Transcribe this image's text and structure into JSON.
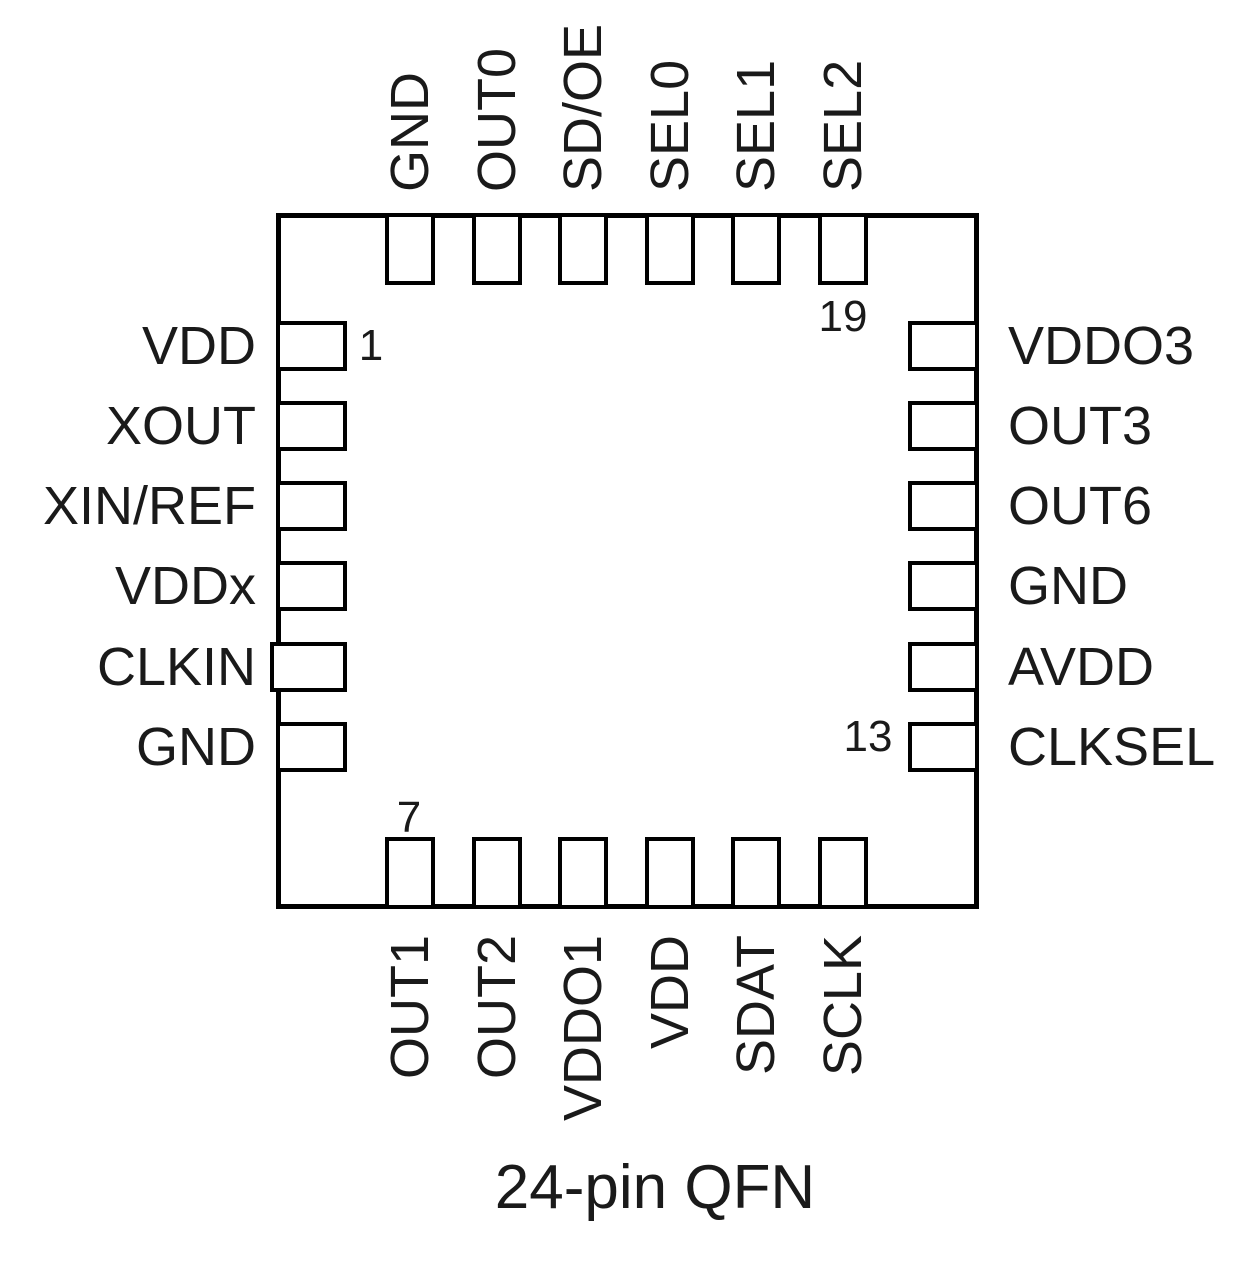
{
  "chip": {
    "caption": "24-pin QFN",
    "package_type": "QFN",
    "pin_count": 24,
    "colors": {
      "line": "#000000",
      "text": "#1a1a1a",
      "background": "#ffffff"
    },
    "sides": {
      "top": {
        "pins": [
          {
            "label": "GND"
          },
          {
            "label": "OUT0"
          },
          {
            "label": "SD/OE"
          },
          {
            "label": "SEL0"
          },
          {
            "label": "SEL1"
          },
          {
            "label": "SEL2",
            "number": "19"
          }
        ]
      },
      "left": {
        "pins": [
          {
            "label": "VDD",
            "number": "1"
          },
          {
            "label": "XOUT"
          },
          {
            "label": "XIN/REF"
          },
          {
            "label": "VDDx"
          },
          {
            "label": "CLKIN"
          },
          {
            "label": "GND"
          }
        ]
      },
      "right": {
        "pins": [
          {
            "label": "VDDO3"
          },
          {
            "label": "OUT3"
          },
          {
            "label": "OUT6"
          },
          {
            "label": "GND"
          },
          {
            "label": "AVDD"
          },
          {
            "label": "CLKSEL",
            "number": "13"
          }
        ]
      },
      "bottom": {
        "pins": [
          {
            "label": "OUT1",
            "number": "7"
          },
          {
            "label": "OUT2"
          },
          {
            "label": "VDDO1"
          },
          {
            "label": "VDD"
          },
          {
            "label": "SDAT"
          },
          {
            "label": "SCLK"
          }
        ]
      }
    }
  }
}
